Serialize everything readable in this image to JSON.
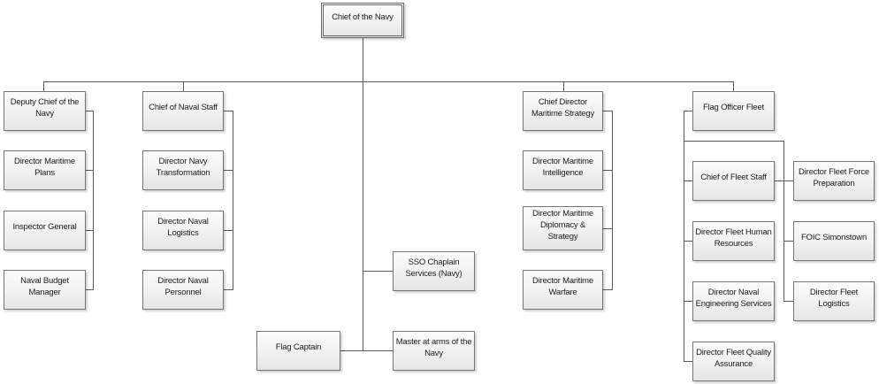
{
  "diagram_type": "org-chart",
  "colors": {
    "background": "#ffffff",
    "connector_line": "#595959",
    "box_border": "#757575",
    "box_fill_top": "#fcfcfc",
    "box_fill_bottom": "#e5e5e5",
    "text": "#1a1a1a"
  },
  "nodes": [
    {
      "id": "chief-of-the-navy",
      "label": "Chief of the Navy"
    },
    {
      "id": "deputy-chief-of-the-navy",
      "label": "Deputy Chief of the Navy"
    },
    {
      "id": "director-maritime-plans",
      "label": "Director Maritime Plans"
    },
    {
      "id": "inspector-general",
      "label": "Inspector General"
    },
    {
      "id": "naval-budget-manager",
      "label": "Naval Budget Manager"
    },
    {
      "id": "chief-of-naval-staff",
      "label": "Chief of Naval Staff"
    },
    {
      "id": "director-navy-transformation",
      "label": "Director Navy Transformation"
    },
    {
      "id": "director-naval-logistics",
      "label": "Director Naval Logistics"
    },
    {
      "id": "director-naval-personnel",
      "label": "Director Naval Personnel"
    },
    {
      "id": "sso-chaplain-services-navy",
      "label": "SSO Chaplain Services (Navy)"
    },
    {
      "id": "flag-captain",
      "label": "Flag Captain"
    },
    {
      "id": "master-at-arms-of-the-navy",
      "label": "Master at arms of the Navy"
    },
    {
      "id": "chief-director-maritime-strategy",
      "label": "Chief Director Maritime Strategy"
    },
    {
      "id": "director-maritime-intelligence",
      "label": "Director Maritime Intelligence"
    },
    {
      "id": "director-maritime-diplomacy-strategy",
      "label": "Director Maritime Diplomacy & Strategy"
    },
    {
      "id": "director-maritime-warfare",
      "label": "Director Maritime Warfare"
    },
    {
      "id": "flag-officer-fleet",
      "label": "Flag Officer Fleet"
    },
    {
      "id": "chief-of-fleet-staff",
      "label": "Chief of Fleet Staff"
    },
    {
      "id": "director-fleet-human-resources",
      "label": "Director Fleet Human Resources"
    },
    {
      "id": "director-naval-engineering-services",
      "label": "Director Naval Engineering Services"
    },
    {
      "id": "director-fleet-quality-assurance",
      "label": "Director Fleet Quality Assurance"
    },
    {
      "id": "director-fleet-force-preparation",
      "label": "Director Fleet Force Preparation"
    },
    {
      "id": "foic-simonstown",
      "label": "FOIC Simonstown"
    },
    {
      "id": "director-fleet-logistics",
      "label": "Director Fleet Logistics"
    }
  ],
  "edges": [
    {
      "from": "chief-of-the-navy",
      "to": "deputy-chief-of-the-navy"
    },
    {
      "from": "chief-of-the-navy",
      "to": "chief-of-naval-staff"
    },
    {
      "from": "chief-of-the-navy",
      "to": "sso-chaplain-services-navy"
    },
    {
      "from": "chief-of-the-navy",
      "to": "flag-captain"
    },
    {
      "from": "chief-of-the-navy",
      "to": "master-at-arms-of-the-navy"
    },
    {
      "from": "chief-of-the-navy",
      "to": "chief-director-maritime-strategy"
    },
    {
      "from": "chief-of-the-navy",
      "to": "flag-officer-fleet"
    },
    {
      "from": "deputy-chief-of-the-navy",
      "to": "director-maritime-plans"
    },
    {
      "from": "deputy-chief-of-the-navy",
      "to": "inspector-general"
    },
    {
      "from": "deputy-chief-of-the-navy",
      "to": "naval-budget-manager"
    },
    {
      "from": "chief-of-naval-staff",
      "to": "director-navy-transformation"
    },
    {
      "from": "chief-of-naval-staff",
      "to": "director-naval-logistics"
    },
    {
      "from": "chief-of-naval-staff",
      "to": "director-naval-personnel"
    },
    {
      "from": "chief-director-maritime-strategy",
      "to": "director-maritime-intelligence"
    },
    {
      "from": "chief-director-maritime-strategy",
      "to": "director-maritime-diplomacy-strategy"
    },
    {
      "from": "chief-director-maritime-strategy",
      "to": "director-maritime-warfare"
    },
    {
      "from": "flag-officer-fleet",
      "to": "chief-of-fleet-staff"
    },
    {
      "from": "flag-officer-fleet",
      "to": "director-fleet-human-resources"
    },
    {
      "from": "flag-officer-fleet",
      "to": "director-naval-engineering-services"
    },
    {
      "from": "flag-officer-fleet",
      "to": "director-fleet-quality-assurance"
    },
    {
      "from": "flag-officer-fleet",
      "to": "director-fleet-force-preparation"
    },
    {
      "from": "flag-officer-fleet",
      "to": "foic-simonstown"
    },
    {
      "from": "flag-officer-fleet",
      "to": "director-fleet-logistics"
    }
  ]
}
